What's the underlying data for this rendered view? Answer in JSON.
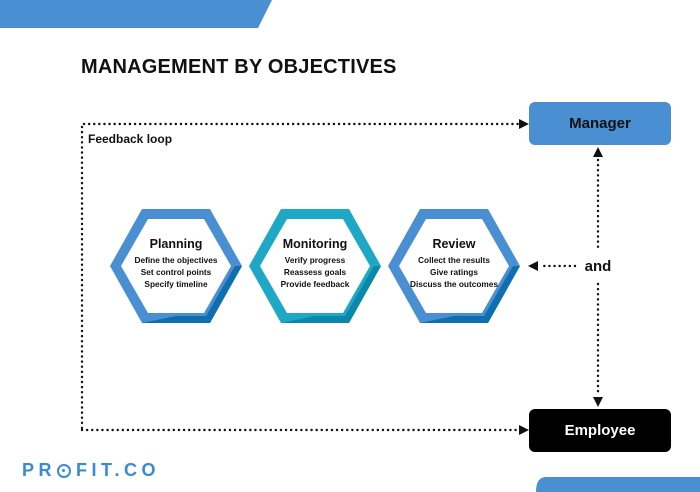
{
  "title": "MANAGEMENT BY OBJECTIVES",
  "feedback_label": "Feedback loop",
  "roles": {
    "manager": "Manager",
    "employee": "Employee",
    "connector": "and"
  },
  "phases": [
    {
      "title": "Planning",
      "items": [
        "Define the objectives",
        "Set control points",
        "Specify timeline"
      ],
      "color_light": "#4a8fd2",
      "color_dark": "#0f6fae"
    },
    {
      "title": "Monitoring",
      "items": [
        "Verify progress",
        "Reassess goals",
        "Provide feedback"
      ],
      "color_light": "#1ea8c6",
      "color_dark": "#0a87a9"
    },
    {
      "title": "Review",
      "items": [
        "Collect the results",
        "Give ratings",
        "Discuss the outcomes"
      ],
      "color_light": "#4a8fd2",
      "color_dark": "#0f6fae"
    }
  ],
  "logo": {
    "prefix": "PR",
    "suffix": "FIT.CO"
  },
  "colors": {
    "accent": "#4a8fd2",
    "employee": "#000000",
    "teal": "#1ea8c6"
  }
}
